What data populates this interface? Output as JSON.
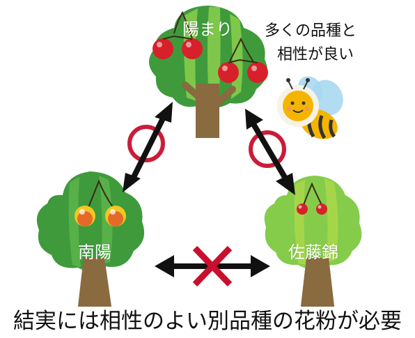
{
  "trees": {
    "top": {
      "label": "陽まり"
    },
    "left": {
      "label": "南陽"
    },
    "right": {
      "label": "佐藤錦"
    }
  },
  "note": {
    "line1": "多くの品種と",
    "line2": "相性が良い"
  },
  "caption": "結実には相性のよい別品種の花粉が必要",
  "colors": {
    "trunk": "#8a6a3f",
    "trunk_dark": "#6b5230",
    "canopy_dark": "#3f9a3c",
    "canopy_light": "#86cc4b",
    "canopy_lime": "#a7d64a",
    "cherry": "#d7202a",
    "cherry_yellow": "#f3c623",
    "arrow": "#111111",
    "ok_symbol": "#c8102e",
    "ng_symbol": "#c8102e",
    "bee_body": "#f4b400"
  },
  "compatibility": [
    {
      "from": "陽まり",
      "to": "南陽",
      "compatible": true
    },
    {
      "from": "陽まり",
      "to": "佐藤錦",
      "compatible": true
    },
    {
      "from": "南陽",
      "to": "佐藤錦",
      "compatible": false
    }
  ]
}
